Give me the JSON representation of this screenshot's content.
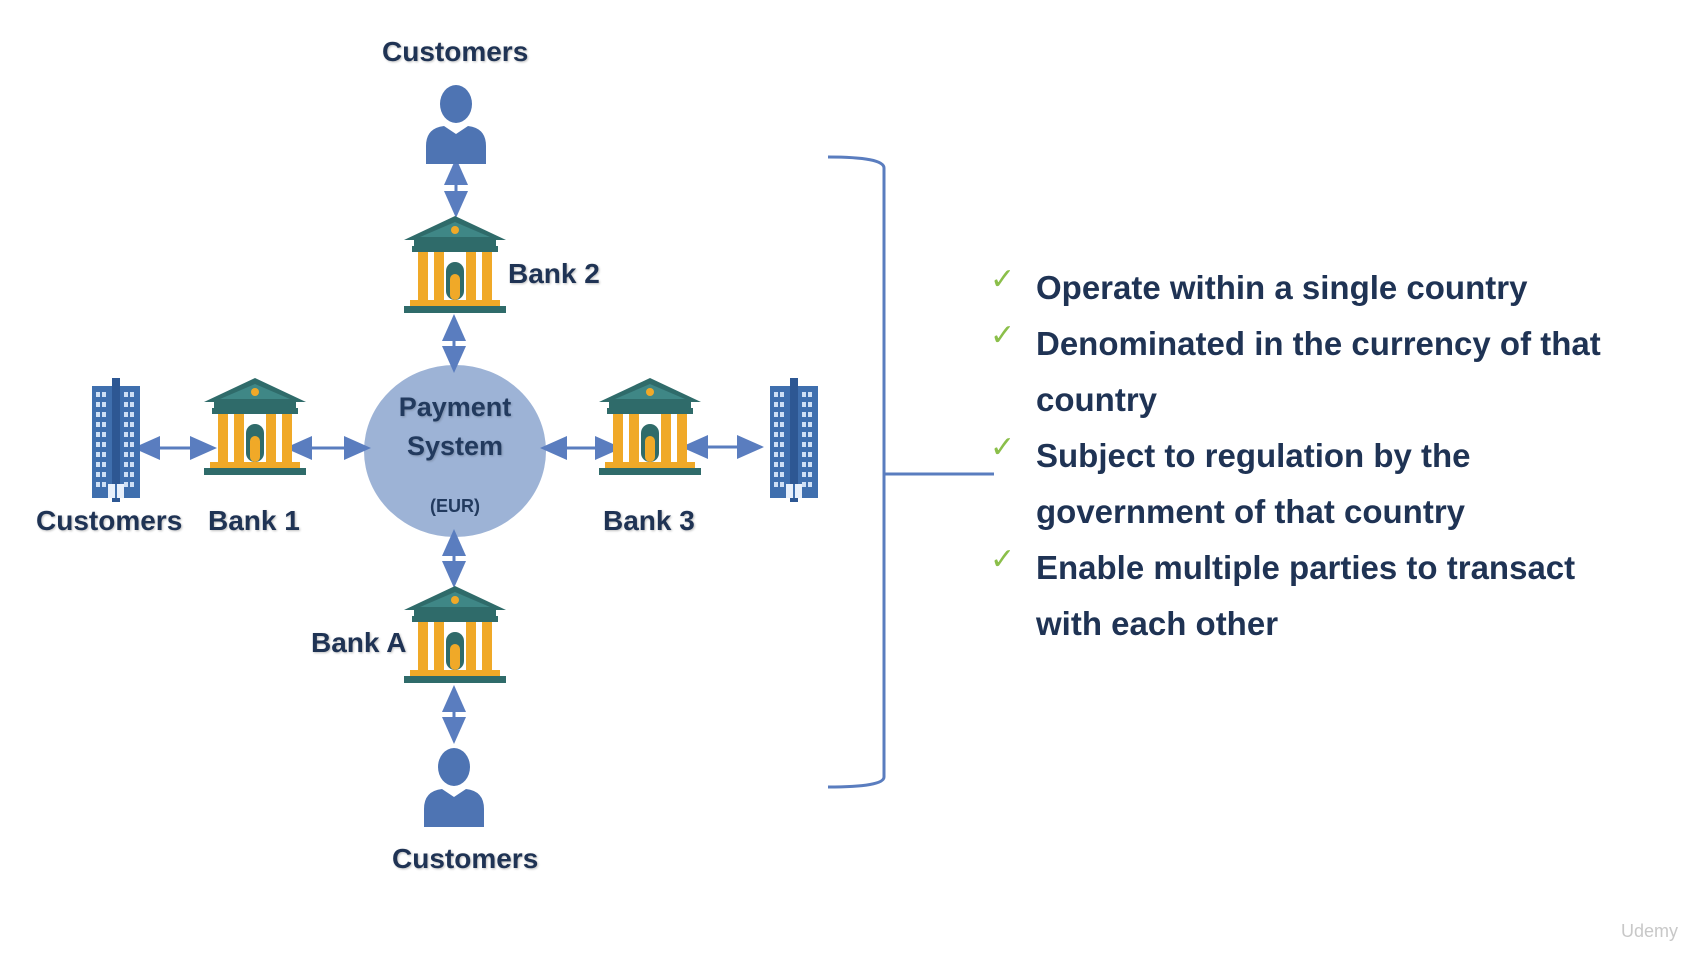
{
  "diagram": {
    "hub": {
      "title_line1": "Payment",
      "title_line2": "System",
      "currency": "(EUR)"
    },
    "labels": {
      "customers_top": "Customers",
      "customers_left": "Customers",
      "customers_bottom": "Customers",
      "bank_2": "Bank 2",
      "bank_1": "Bank 1",
      "bank_3": "Bank 3",
      "bank_a": "Bank A"
    },
    "colors": {
      "hub_fill": "#9db3d6",
      "arrow": "#5a7dbf",
      "bank_roof": "#2f6b6a",
      "bank_column": "#f0a928",
      "person": "#4e74b3",
      "building": "#3f6fae",
      "bracket": "#5a7dbf",
      "check": "#8bbf4a",
      "text": "#1f3354"
    }
  },
  "characteristics": [
    "Operate within a single country",
    "Denominated in the currency of that country",
    "Subject to regulation by the government of that country",
    "Enable multiple parties to transact with each other"
  ],
  "icons": [
    "person-icon",
    "bank-icon",
    "office-building-icon",
    "checkmark-icon",
    "arrow-icon"
  ],
  "watermark": "Udemy"
}
